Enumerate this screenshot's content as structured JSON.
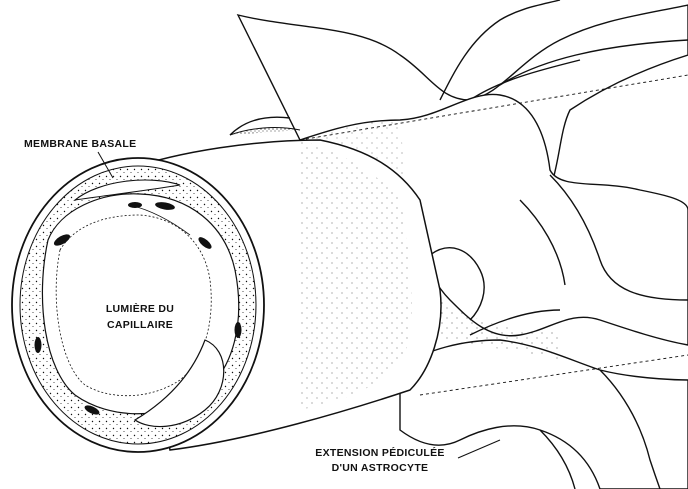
{
  "diagram": {
    "labels": {
      "membrane": "MEMBRANE BASALE",
      "lumen_line1": "LUMIÈRE DU",
      "lumen_line2": "CAPILLAIRE",
      "extension_line1": "EXTENSION PÉDICULÉE",
      "extension_line2": "D'UN ASTROCYTE"
    },
    "colors": {
      "ink": "#111111",
      "paper": "#ffffff"
    }
  }
}
